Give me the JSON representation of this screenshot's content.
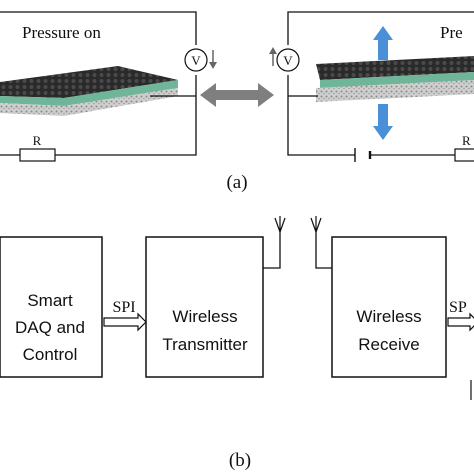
{
  "panel_a": {
    "left_caption": "Pressure on",
    "right_caption": "Pre",
    "meter_symbol": "V",
    "resistor_left": "R",
    "resistor_right": "R",
    "label": "(a)"
  },
  "panel_b": {
    "block_daq_lines": [
      "Smart",
      "DAQ and",
      "Control"
    ],
    "spi_left": "SPI",
    "block_tx_lines": [
      "Wireless",
      "Transmitter"
    ],
    "block_rx_lines": [
      "Wireless",
      "Receive"
    ],
    "spi_right": "SP",
    "label": "(b)"
  },
  "colors": {
    "arrow_blue": "#4a90d9",
    "double_arrow_gray": "#7f7f7f",
    "sensor_dark": "#2b2b2b",
    "green_layer": "#6fb59a",
    "foam": "#bdbdbd"
  }
}
